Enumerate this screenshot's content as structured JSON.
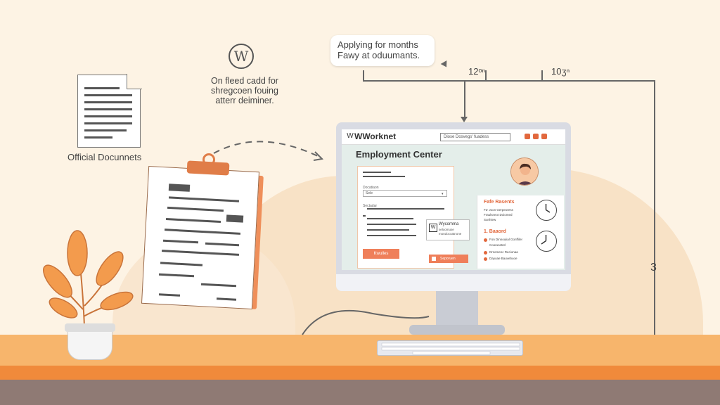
{
  "bubble": {
    "line1": "Applying for months",
    "line2": "Fawy at oduumants."
  },
  "measure": {
    "label_a": "12ᵒⁿ",
    "label_b": "10ʒⁿ",
    "label_c": "3"
  },
  "logo": {
    "glyph": "W",
    "caption_line1": "On fleed cadd for",
    "caption_line2": "shregcoen fouing",
    "caption_line3": "atterr deiminer."
  },
  "doc": {
    "caption": "Official Docunnets",
    "icon": "document-icon"
  },
  "screen": {
    "brand": "WWorknet",
    "brand_icon": "W",
    "search_text": "Diose Dosvegs' fuadess",
    "heading": "Employment Center",
    "form": {
      "label1": "Docatiaon",
      "input1": "Sele",
      "label2": "Sectadar",
      "button": "Kwulles"
    },
    "mini_card": {
      "logo": "W",
      "title": "Wycomma",
      "sub1": "seloomuse",
      "sub2": "mondocoatnone"
    },
    "mini_button": "Seporuen",
    "side": {
      "head1": "Fafe Rasents",
      "rows1": [
        "Fa' Joon Gerpeoress",
        "Fraulsneot Doiomed",
        "Sunhiew"
      ],
      "head2": "1. Baaord",
      "rows2": [
        "Fon Dinnouiial Gonffiler",
        "Coorusetrel",
        "Drsomenc Recionaa",
        "Dayoae Bauvebuoe"
      ]
    },
    "colors": {
      "accent": "#ef7f5a",
      "screen_bg": "#e4eeea"
    }
  }
}
